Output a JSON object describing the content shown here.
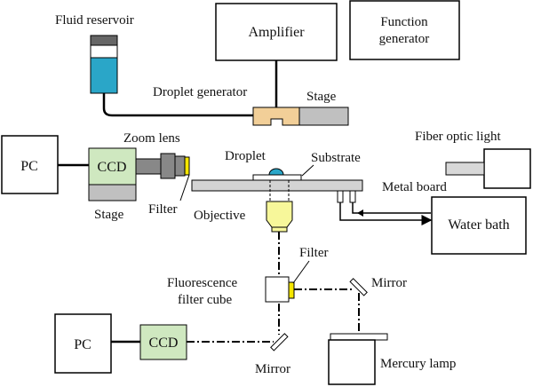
{
  "diagram": {
    "boxes": {
      "amplifier": "Amplifier",
      "function_generator_line1": "Function",
      "function_generator_line2": "generator",
      "pc_top": "PC",
      "ccd_top": "CCD",
      "water_bath": "Water bath",
      "pc_bottom": "PC",
      "ccd_bottom": "CCD"
    },
    "labels": {
      "fluid_reservoir": "Fluid reservoir",
      "droplet_generator": "Droplet generator",
      "stage_top": "Stage",
      "zoom_lens": "Zoom lens",
      "fiber_optic_light": "Fiber optic light",
      "droplet": "Droplet",
      "substrate": "Substrate",
      "metal_board": "Metal board",
      "stage_left": "Stage",
      "filter_left": "Filter",
      "objective": "Objective",
      "filter_cube_filter": "Filter",
      "fluorescence_line1": "Fluorescence",
      "fluorescence_line2": "filter cube",
      "mirror_right": "Mirror",
      "mirror_bottom": "Mirror",
      "mercury_lamp": "Mercury lamp"
    },
    "colors": {
      "reservoir_fluid": "#2aa6c8",
      "reservoir_cap": "#666666",
      "droplet_generator_body": "#f2cf98",
      "stage_gray": "#c0c0c0",
      "ccd_green": "#cfe8c0",
      "filter_yellow": "#f5e600",
      "objective_yellow": "#f7f79a",
      "droplet_blue": "#2aa6c8",
      "metal_board": "#d3d3d3",
      "lens_gray": "#888888",
      "fiber_light_gray": "#d8d8d8"
    }
  }
}
